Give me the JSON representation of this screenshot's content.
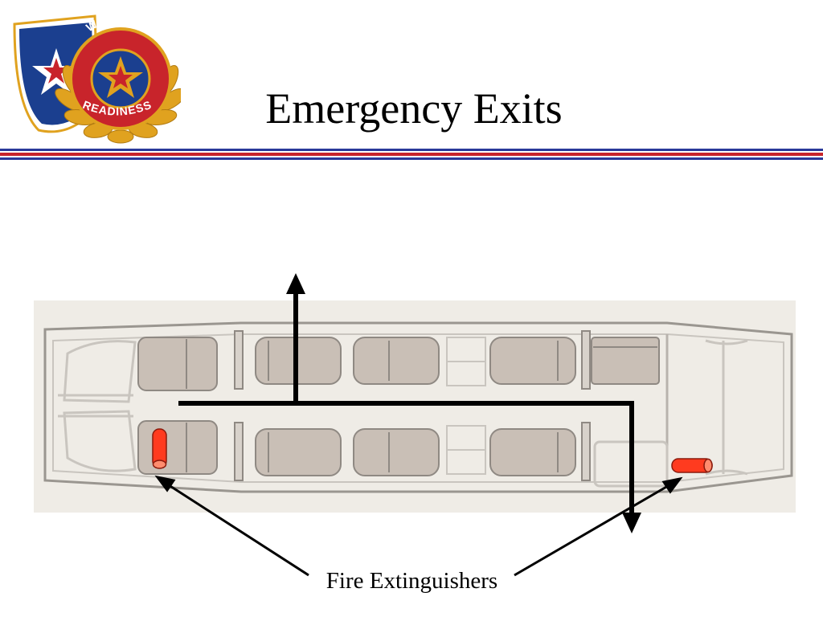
{
  "slide": {
    "title": "Emergency Exits",
    "caption": "Fire Extinguishers"
  },
  "logo": {
    "badge_top_text": "WARTIME",
    "badge_bottom_text": "READINESS",
    "shield_color": "#1b3f8f",
    "badge_color": "#c8242b",
    "wreath_color": "#e0a21f"
  },
  "colors": {
    "stripe_red": "#c8242b",
    "stripe_blue": "#2a3a9a",
    "cabin_background": "#efece6",
    "seat_fill": "#c9bfb6",
    "extinguisher": "#ff3b1f",
    "exit_arrow": "#000000"
  },
  "icons": {
    "exit_arrow": "arrow-up-icon",
    "extinguisher": "fire-extinguisher-icon"
  }
}
